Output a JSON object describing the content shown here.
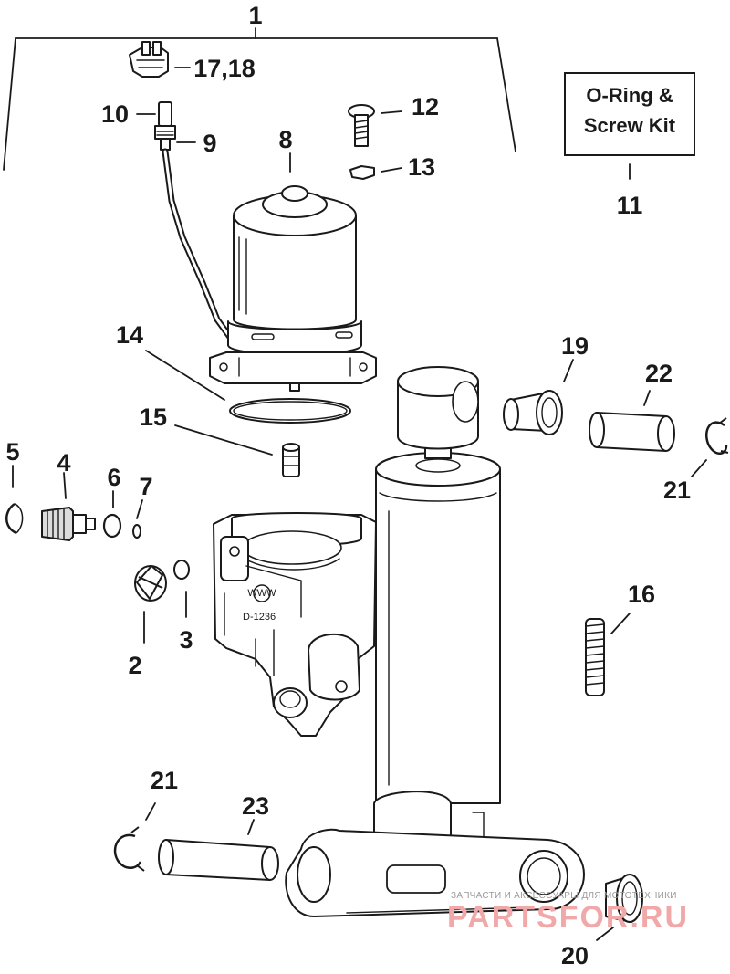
{
  "callouts": {
    "c1": "1",
    "c2": "2",
    "c3": "3",
    "c4": "4",
    "c5": "5",
    "c6": "6",
    "c7": "7",
    "c8": "8",
    "c9": "9",
    "c10": "10",
    "c11": "11",
    "c12": "12",
    "c13": "13",
    "c14": "14",
    "c15": "15",
    "c16": "16",
    "c17_18": "17,18",
    "c19": "19",
    "c20": "20",
    "c21_top": "21",
    "c21_bottom": "21",
    "c22": "22",
    "c23": "23"
  },
  "kit_box": {
    "line1": "O-Ring &",
    "line2": "Screw Kit"
  },
  "cast_marks": {
    "code": "D-1236",
    "logo": "WWW"
  },
  "watermark": {
    "small_text": "ЗАПЧАСТИ И АКСЕССУАРЫ ДЛЯ МОТОТЕХНИКИ",
    "brand": "PARTSFOR.RU"
  }
}
